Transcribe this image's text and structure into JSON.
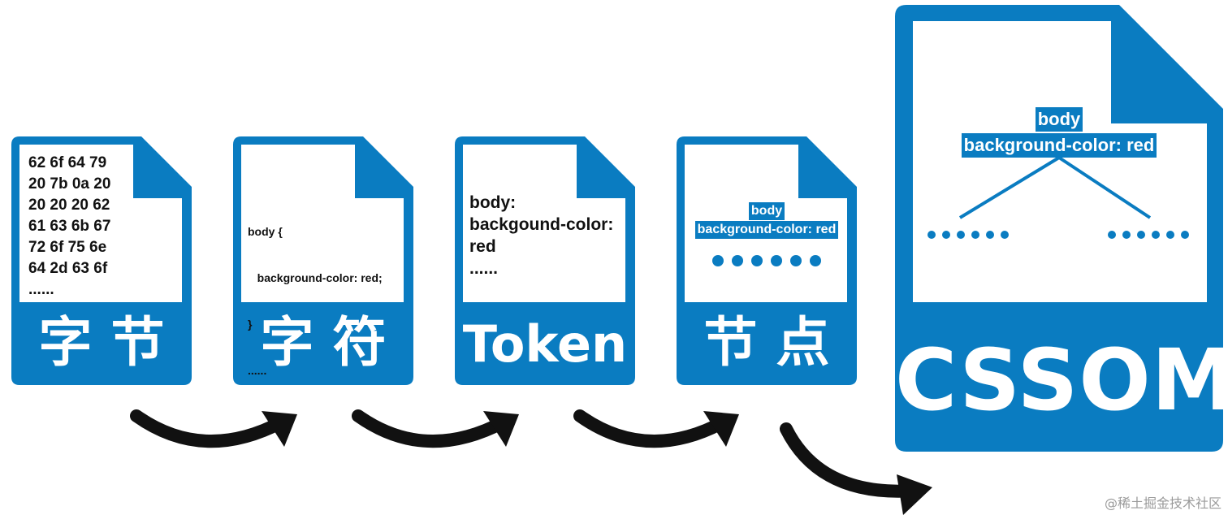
{
  "colors": {
    "doc_blue": "#0a7cc1",
    "arrow": "#111111"
  },
  "stages": [
    {
      "label": "字 节",
      "content_lines": [
        "62 6f 64 79",
        "20 7b 0a 20",
        "20 20 20 62",
        "61 63 6b 67",
        "72 6f 75 6e",
        "64 2d 63 6f",
        "......"
      ]
    },
    {
      "label": "字 符",
      "content_lines": [
        "body {",
        "   background-color: red;",
        "}",
        "......"
      ]
    },
    {
      "label": "Token",
      "content_lines": [
        "body:",
        "backgound-color:",
        "red",
        "......"
      ]
    },
    {
      "label": "节 点",
      "node_name": "body",
      "node_rule": "background-color: red"
    },
    {
      "label": "CSSOM",
      "root_name": "body",
      "root_rule": "background-color: red"
    }
  ],
  "icons": {
    "arrow": "curved-arrow-icon",
    "dot": "dot-icon"
  },
  "watermark": "@稀土掘金技术社区"
}
